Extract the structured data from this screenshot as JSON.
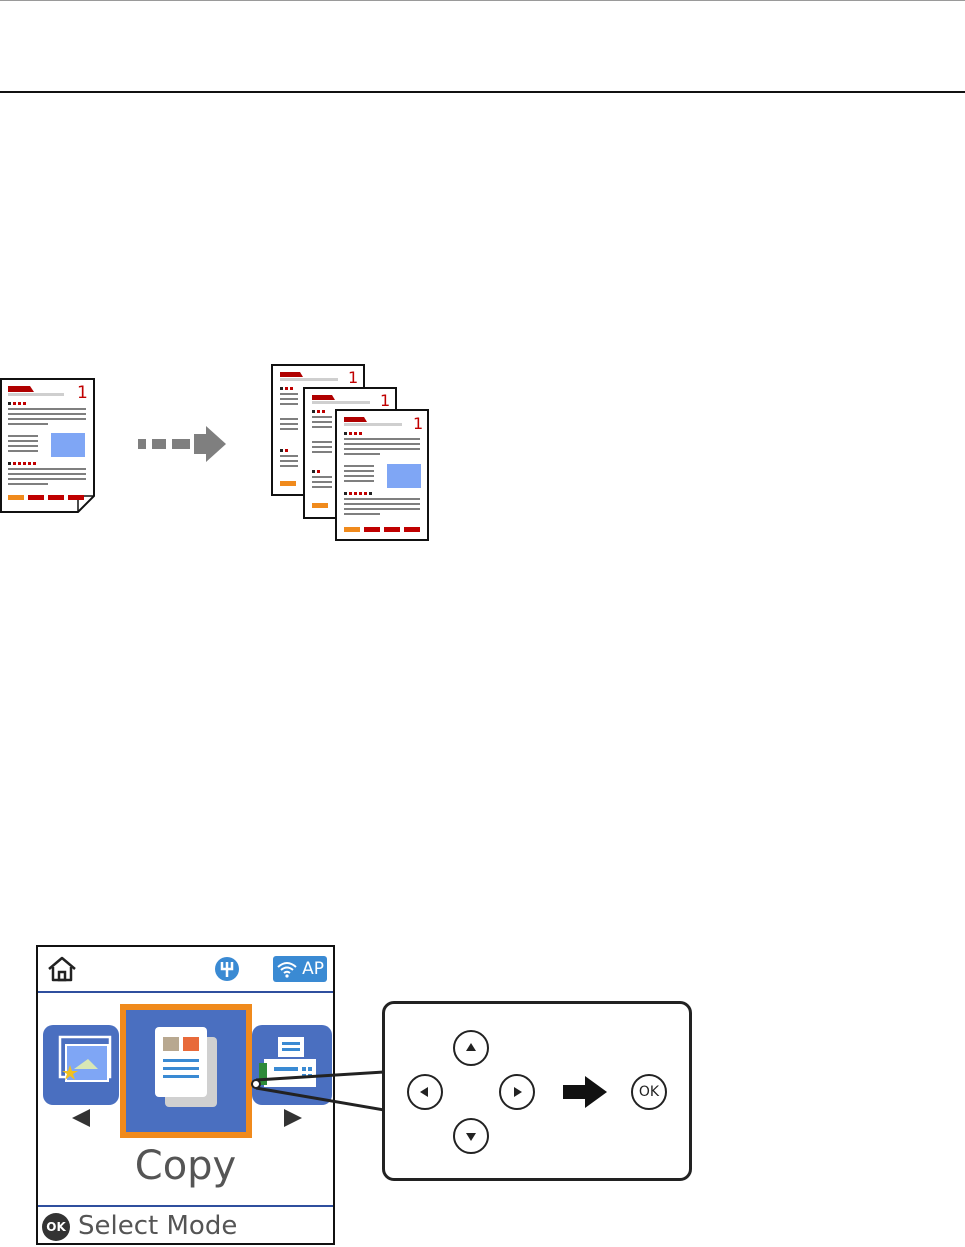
{
  "illustration_copy": {
    "original": {
      "page_number": "1"
    },
    "copies": [
      {
        "page_number": "1"
      },
      {
        "page_number": "1"
      },
      {
        "page_number": "1"
      }
    ]
  },
  "lcd": {
    "mode_label": "Copy",
    "ok_badge": "OK",
    "footer_label": "Select Mode",
    "ap_badge": "AP",
    "icons": [
      "home-icon",
      "usb-icon",
      "wifi-ap-icon",
      "scan-mode-icon",
      "copy-mode-icon",
      "fax-mode-icon",
      "left-arrow-icon",
      "right-arrow-icon"
    ]
  },
  "control_pad": {
    "ok_label": "OK",
    "icons": [
      "up-button",
      "left-button",
      "right-button",
      "down-button",
      "arrow-right-icon",
      "ok-button"
    ]
  },
  "colors": {
    "accent_red": "#c00000",
    "image_blue": "#7fa6f5",
    "mode_blue": "#4a6fc0",
    "highlight_orange": "#f08a1c"
  }
}
